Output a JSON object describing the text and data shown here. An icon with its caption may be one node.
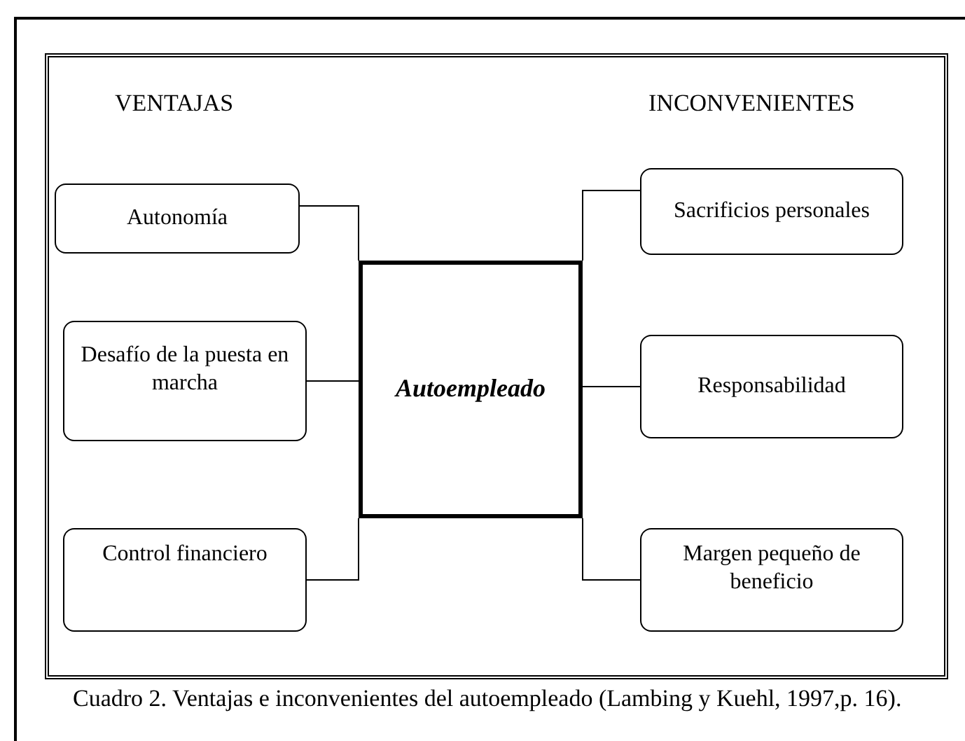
{
  "diagram": {
    "caption": "Cuadro 2. Ventajas e inconvenientes del autoempleado (Lambing y Kuehl, 1997,p. 16).",
    "nodes": [
      {
        "text": [
          "Autonomía"
        ]
      },
      {
        "text": [
          "Desafío de la puesta en marcha"
        ]
      },
      {
        "text": [
          "Control financiero"
        ]
      },
      {
        "text": [
          "Autoempleado"
        ]
      },
      {
        "text": [
          "Sacrificios personales"
        ]
      },
      {
        "text": [
          "Responsabilidad"
        ]
      },
      {
        "text": [
          "Margen pequeño de beneficio"
        ]
      }
    ],
    "edges": [
      {
        "from": 0,
        "to": 3,
        "arrow": "none"
      },
      {
        "from": 1,
        "to": 3,
        "arrow": "none"
      },
      {
        "from": 2,
        "to": 3,
        "arrow": "none"
      },
      {
        "from": 4,
        "to": 3,
        "arrow": "none"
      },
      {
        "from": 5,
        "to": 3,
        "arrow": "none"
      },
      {
        "from": 6,
        "to": 3,
        "arrow": "none"
      }
    ],
    "labels": [
      "VENTAJAS",
      "INCONVENIENTES"
    ]
  }
}
